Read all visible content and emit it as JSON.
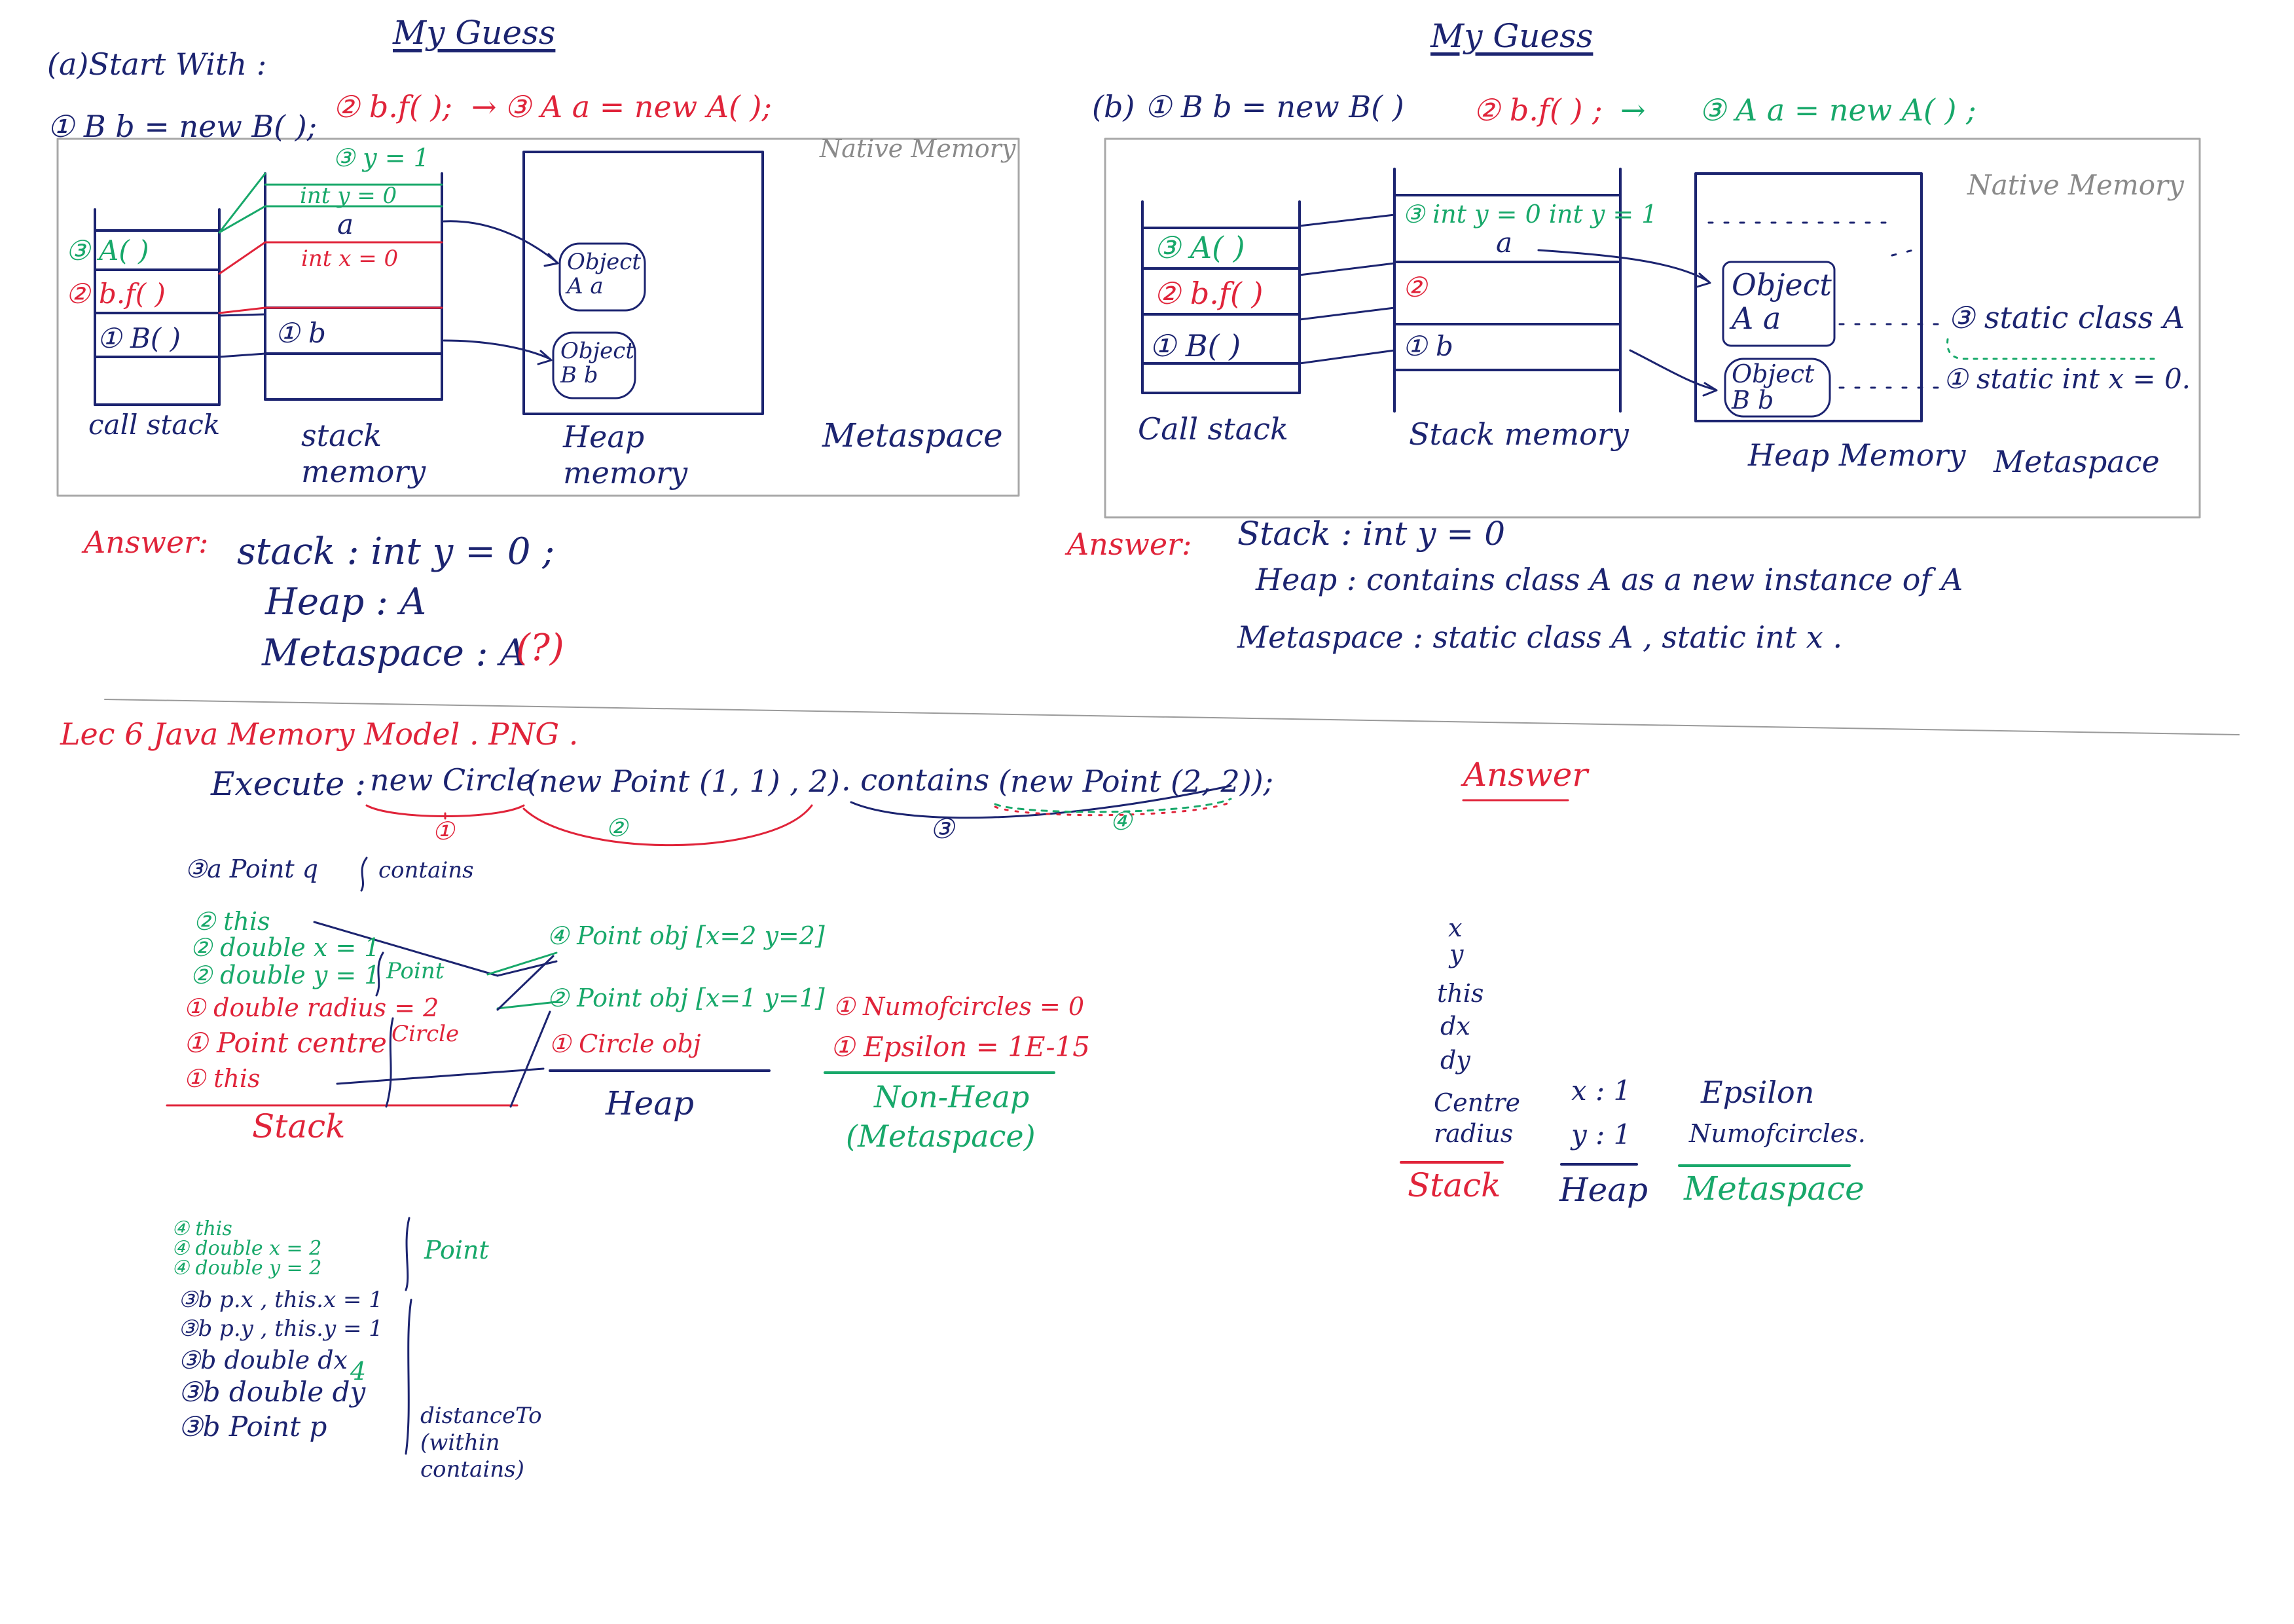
{
  "panel_a": {
    "heading": "My Guess",
    "start_with": "(a)Start With :",
    "step1": "① B b = new B( );",
    "step2": "② b.f( );",
    "arrow": "→",
    "step3": "③ A a = new A( );",
    "native_memory": "Native Memory",
    "call_stack_label": "call stack",
    "call_stack_items": [
      "③ A( )",
      "② b.f( )",
      "① B( )"
    ],
    "stack_memory_label": "stack memory",
    "stack_items": [
      "③ y = 1",
      "int y = 0",
      "a",
      "int x = 0",
      "① b"
    ],
    "heap_label": "Heap memory",
    "heap_items": [
      "Object A a",
      "Object B b"
    ],
    "metaspace_label": "Metaspace",
    "answer_label": "Answer:",
    "answer_lines": [
      "stack : int y = 0 ;",
      "Heap : A",
      "Metaspace : A"
    ],
    "question_mark": "(?)"
  },
  "panel_b": {
    "heading": "My Guess",
    "step1": "(b) ① B b = new B( )",
    "step2": "② b.f( ) ;",
    "arrow": "→",
    "step3": "③ A a = new A( ) ;",
    "native_memory": "Native Memory",
    "call_stack_label": "Call stack",
    "call_stack_items": [
      "③ A( )",
      "② b.f( )",
      "① B( )"
    ],
    "stack_memory_label": "Stack memory",
    "stack_items": [
      "③ int y = 0  int y = 1",
      "a",
      "②",
      "① b"
    ],
    "heap_label": "Heap Memory",
    "heap_items": [
      "Object A a",
      "Object B b"
    ],
    "metaspace_label": "Metaspace",
    "metaspace_items": [
      "③ static class A",
      "① static int x = 0."
    ],
    "answer_label": "Answer:",
    "answer_lines": [
      "Stack : int y = 0",
      "Heap : contains class A as a new instance of A",
      "Metaspace : static class A , static int x ."
    ]
  },
  "lecture": {
    "title": "Lec 6 Java Memory Model . PNG .",
    "execute_label": "Execute :",
    "expr_part1": "new Circle",
    "expr_part2": "(new Point (1, 1) , 2)",
    "expr_part3": ". contains",
    "expr_part4": "(new Point (2, 2));",
    "circle_nums": [
      "①",
      "②",
      "③",
      "④"
    ],
    "stack_label": "Stack",
    "stack_green_items": [
      "③a Point q",
      "② this",
      "② double x = 1",
      "② double y = 1"
    ],
    "stack_red_items": [
      "① double radius = 2",
      "① Point centre",
      "① this"
    ],
    "brace_contains": "contains",
    "brace_point": "Point",
    "brace_circle": "Circle",
    "heap_label": "Heap",
    "heap_items": [
      "④ Point obj [x=2 y=2]",
      "② Point obj [x=1 y=1]",
      "① Circle obj"
    ],
    "nonheap_items": [
      "① Numofcircles = 0",
      "① Epsilon = 1E-15"
    ],
    "nonheap_label": "Non-Heap",
    "metaspace_paren": "(Metaspace)",
    "stack2_green_items": [
      "④ this",
      "④ double x = 2",
      "④ double y = 2"
    ],
    "stack2_navy_items": [
      "③b p.x , this.x = 1",
      "③b p.y , this.y = 1",
      "③b double dx",
      "③b double dy",
      "③b Point p"
    ],
    "stack2_brace_point": "Point",
    "stack2_four": "4",
    "stack2_brace_distance": "distanceTo (within contains)"
  },
  "answer2": {
    "title": "Answer",
    "stack_items": [
      "x",
      "y",
      "this",
      "dx",
      "dy",
      "Centre",
      "radius"
    ],
    "heap_items": [
      "x : 1",
      "y : 1"
    ],
    "metaspace_items": [
      "Epsilon",
      "Numofcircles."
    ],
    "stack_label": "Stack",
    "heap_label": "Heap",
    "metaspace_label": "Metaspace"
  },
  "colors": {
    "ink": "#1c2470",
    "red": "#e0243a",
    "green": "#18a86a",
    "gray": "#8a8a8a"
  }
}
